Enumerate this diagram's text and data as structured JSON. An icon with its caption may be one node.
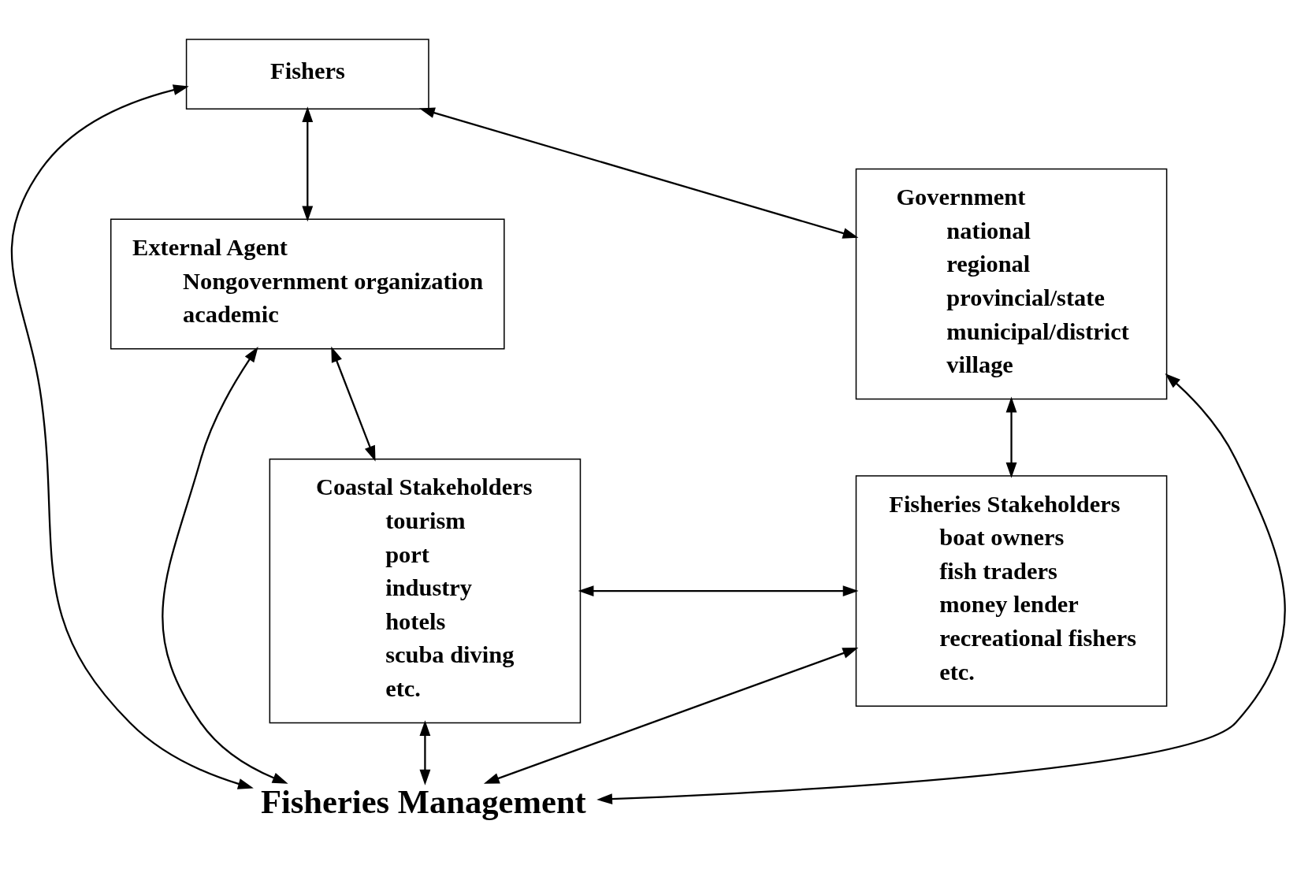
{
  "diagram": {
    "nodes": [
      {
        "text": [
          "Fishers"
        ]
      },
      {
        "text": [
          "External Agent",
          "Nongovernment organization",
          "academic"
        ]
      },
      {
        "text": [
          "Government",
          "national",
          "regional",
          "provincial/state",
          "municipal/district",
          "village"
        ]
      },
      {
        "text": [
          "Fisheries Management"
        ]
      },
      {
        "text": [
          "Coastal Stakeholders",
          "tourism",
          "port",
          "industry",
          "hotels",
          "scuba diving",
          "etc."
        ]
      },
      {
        "text": [
          "Fisheries Stakeholders",
          "boat owners",
          "fish traders",
          "money lender",
          "recreational fishers",
          "etc."
        ]
      }
    ],
    "edges": [
      {
        "from": 1,
        "to": 0,
        "arrow": "both"
      },
      {
        "from": 0,
        "to": 2,
        "arrow": "both"
      },
      {
        "from": 0,
        "to": 3,
        "arrow": "both"
      },
      {
        "from": 1,
        "to": 3,
        "arrow": "both"
      },
      {
        "from": 2,
        "to": 3,
        "arrow": "both"
      },
      {
        "from": 1,
        "to": 4,
        "arrow": "both"
      },
      {
        "from": 2,
        "to": 5,
        "arrow": "both"
      },
      {
        "from": 4,
        "to": 3,
        "arrow": "both"
      },
      {
        "from": 3,
        "to": 5,
        "arrow": "both"
      },
      {
        "from": 4,
        "to": 5,
        "arrow": "both"
      }
    ]
  }
}
